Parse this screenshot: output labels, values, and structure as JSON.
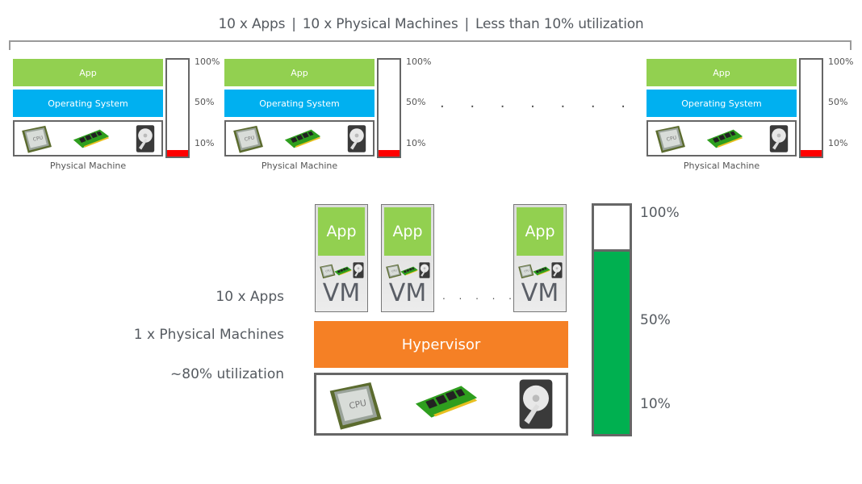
{
  "header": {
    "parts": [
      "10 x Apps",
      "10 x Physical Machines",
      "Less than 10% utilization"
    ],
    "separator": "|"
  },
  "physical_machines": [
    {
      "app_label": "App",
      "os_label": "Operating System",
      "caption": "Physical Machine",
      "utilization_pct": 7,
      "ticks": [
        "100%",
        "50%",
        "10%"
      ],
      "hardware_icons": [
        "cpu-icon",
        "ram-icon",
        "hard-drive-icon"
      ]
    },
    {
      "app_label": "App",
      "os_label": "Operating System",
      "caption": "Physical Machine",
      "utilization_pct": 7,
      "ticks": [
        "100%",
        "50%",
        "10%"
      ],
      "hardware_icons": [
        "cpu-icon",
        "ram-icon",
        "hard-drive-icon"
      ]
    },
    {
      "app_label": "App",
      "os_label": "Operating System",
      "caption": "Physical Machine",
      "utilization_pct": 7,
      "ticks": [
        "100%",
        "50%",
        "10%"
      ],
      "hardware_icons": [
        "cpu-icon",
        "ram-icon",
        "hard-drive-icon"
      ]
    }
  ],
  "top_ellipsis": "• • • • • • •",
  "virtualized": {
    "labels": [
      "10 x Apps",
      "1 x Physical Machines",
      "~80% utilization"
    ],
    "vms": [
      {
        "app_label": "App",
        "vm_label": "VM"
      },
      {
        "app_label": "App",
        "vm_label": "VM"
      },
      {
        "app_label": "App",
        "vm_label": "VM"
      }
    ],
    "ellipsis": ". . . . .",
    "hypervisor_label": "Hypervisor",
    "hardware_icons": [
      "cpu-icon",
      "ram-icon",
      "hard-drive-icon"
    ],
    "utilization_pct": 80,
    "ticks": [
      "100%",
      "50%",
      "10%"
    ]
  },
  "colors": {
    "app": "#92d050",
    "os": "#00b0f0",
    "hypervisor": "#f58025",
    "low_utilization": "#ff0000",
    "high_utilization": "#00b050"
  }
}
